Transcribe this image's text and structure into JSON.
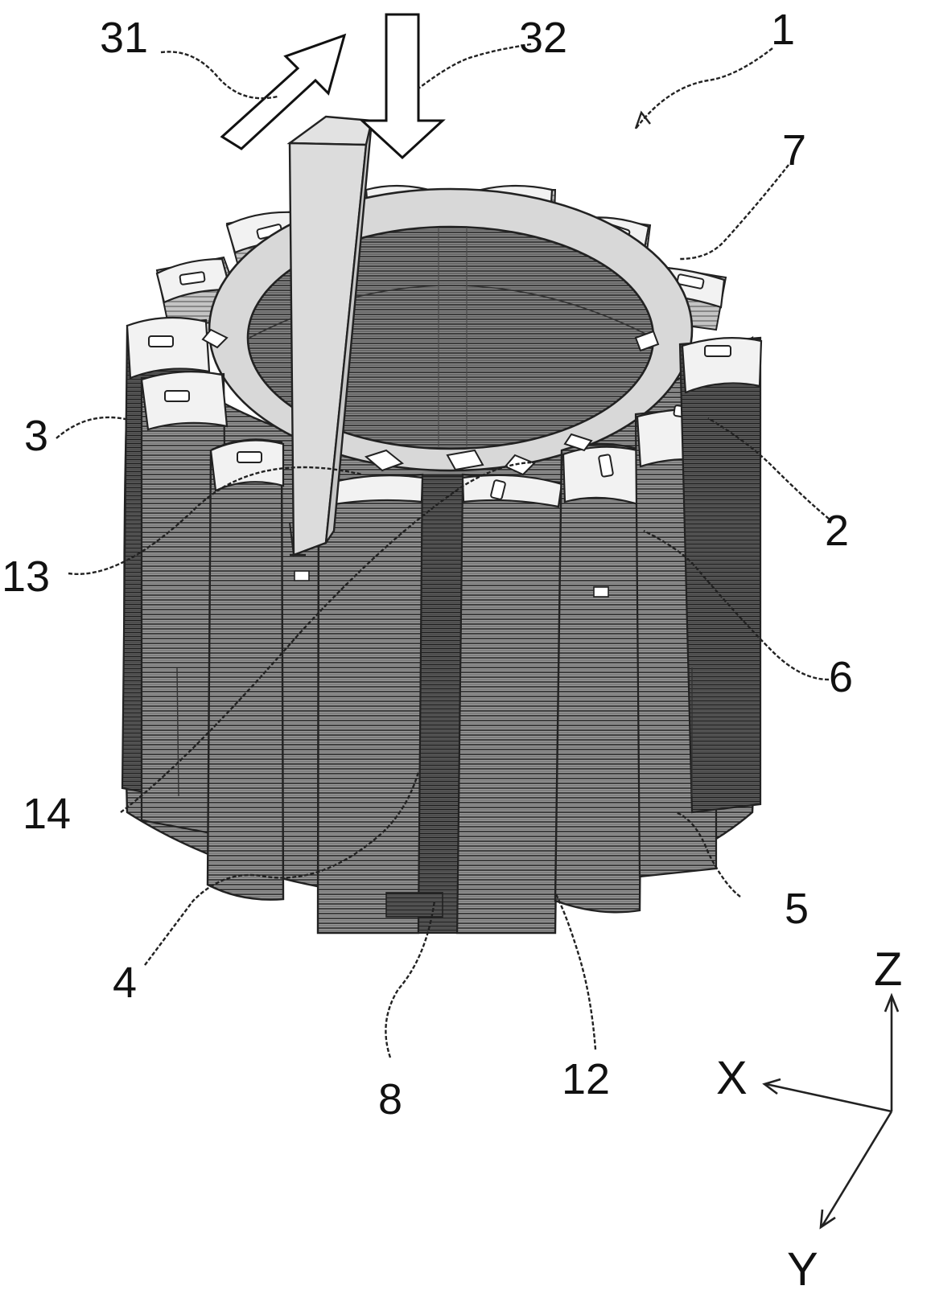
{
  "figure": {
    "labels": {
      "stator": "1",
      "tooth_right": "2",
      "tooth_left": "3",
      "bottom_left": "4",
      "lower_right": "5",
      "right_mid": "6",
      "top_right": "7",
      "bottom_center": "8",
      "bottom_right": "12",
      "left_mid": "13",
      "left_lower": "14",
      "arrow_diagonal": "31",
      "arrow_down": "32"
    },
    "axes": {
      "z": "Z",
      "x": "X",
      "y": "Y"
    }
  }
}
